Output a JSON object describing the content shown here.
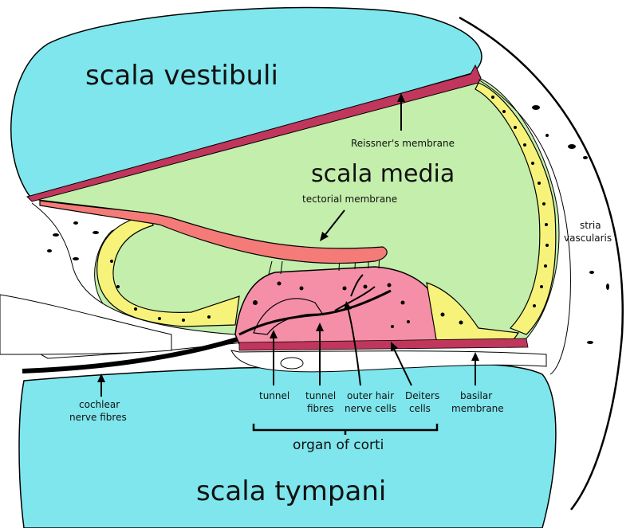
{
  "regions": {
    "scala_vestibuli": "scala vestibuli",
    "scala_media": "scala media",
    "scala_tympani": "scala tympani"
  },
  "labels": {
    "reissners_membrane": "Reissner's membrane",
    "tectorial_membrane": "tectorial membrane",
    "stria_vascularis": [
      "stria",
      "vascularis"
    ],
    "cochlear_nerve_fibres": [
      "cochlear",
      "nerve fibres"
    ],
    "tunnel": "tunnel",
    "tunnel_fibres": [
      "tunnel",
      "fibres"
    ],
    "outer_hair_nerve_cells": [
      "outer hair",
      "nerve cells"
    ],
    "deiters_cells": [
      "Deiters",
      "cells"
    ],
    "basilar_membrane": [
      "basilar",
      "membrane"
    ],
    "organ_of_corti": "organ of corti"
  },
  "colors": {
    "fluid": "#7ee6ec",
    "scala_media": "#c3eeab",
    "membrane": "#c1365c",
    "tectorial": "#f47b78",
    "organ": "#f58fa8",
    "cells": "#f7f27a",
    "outline": "#000000"
  }
}
